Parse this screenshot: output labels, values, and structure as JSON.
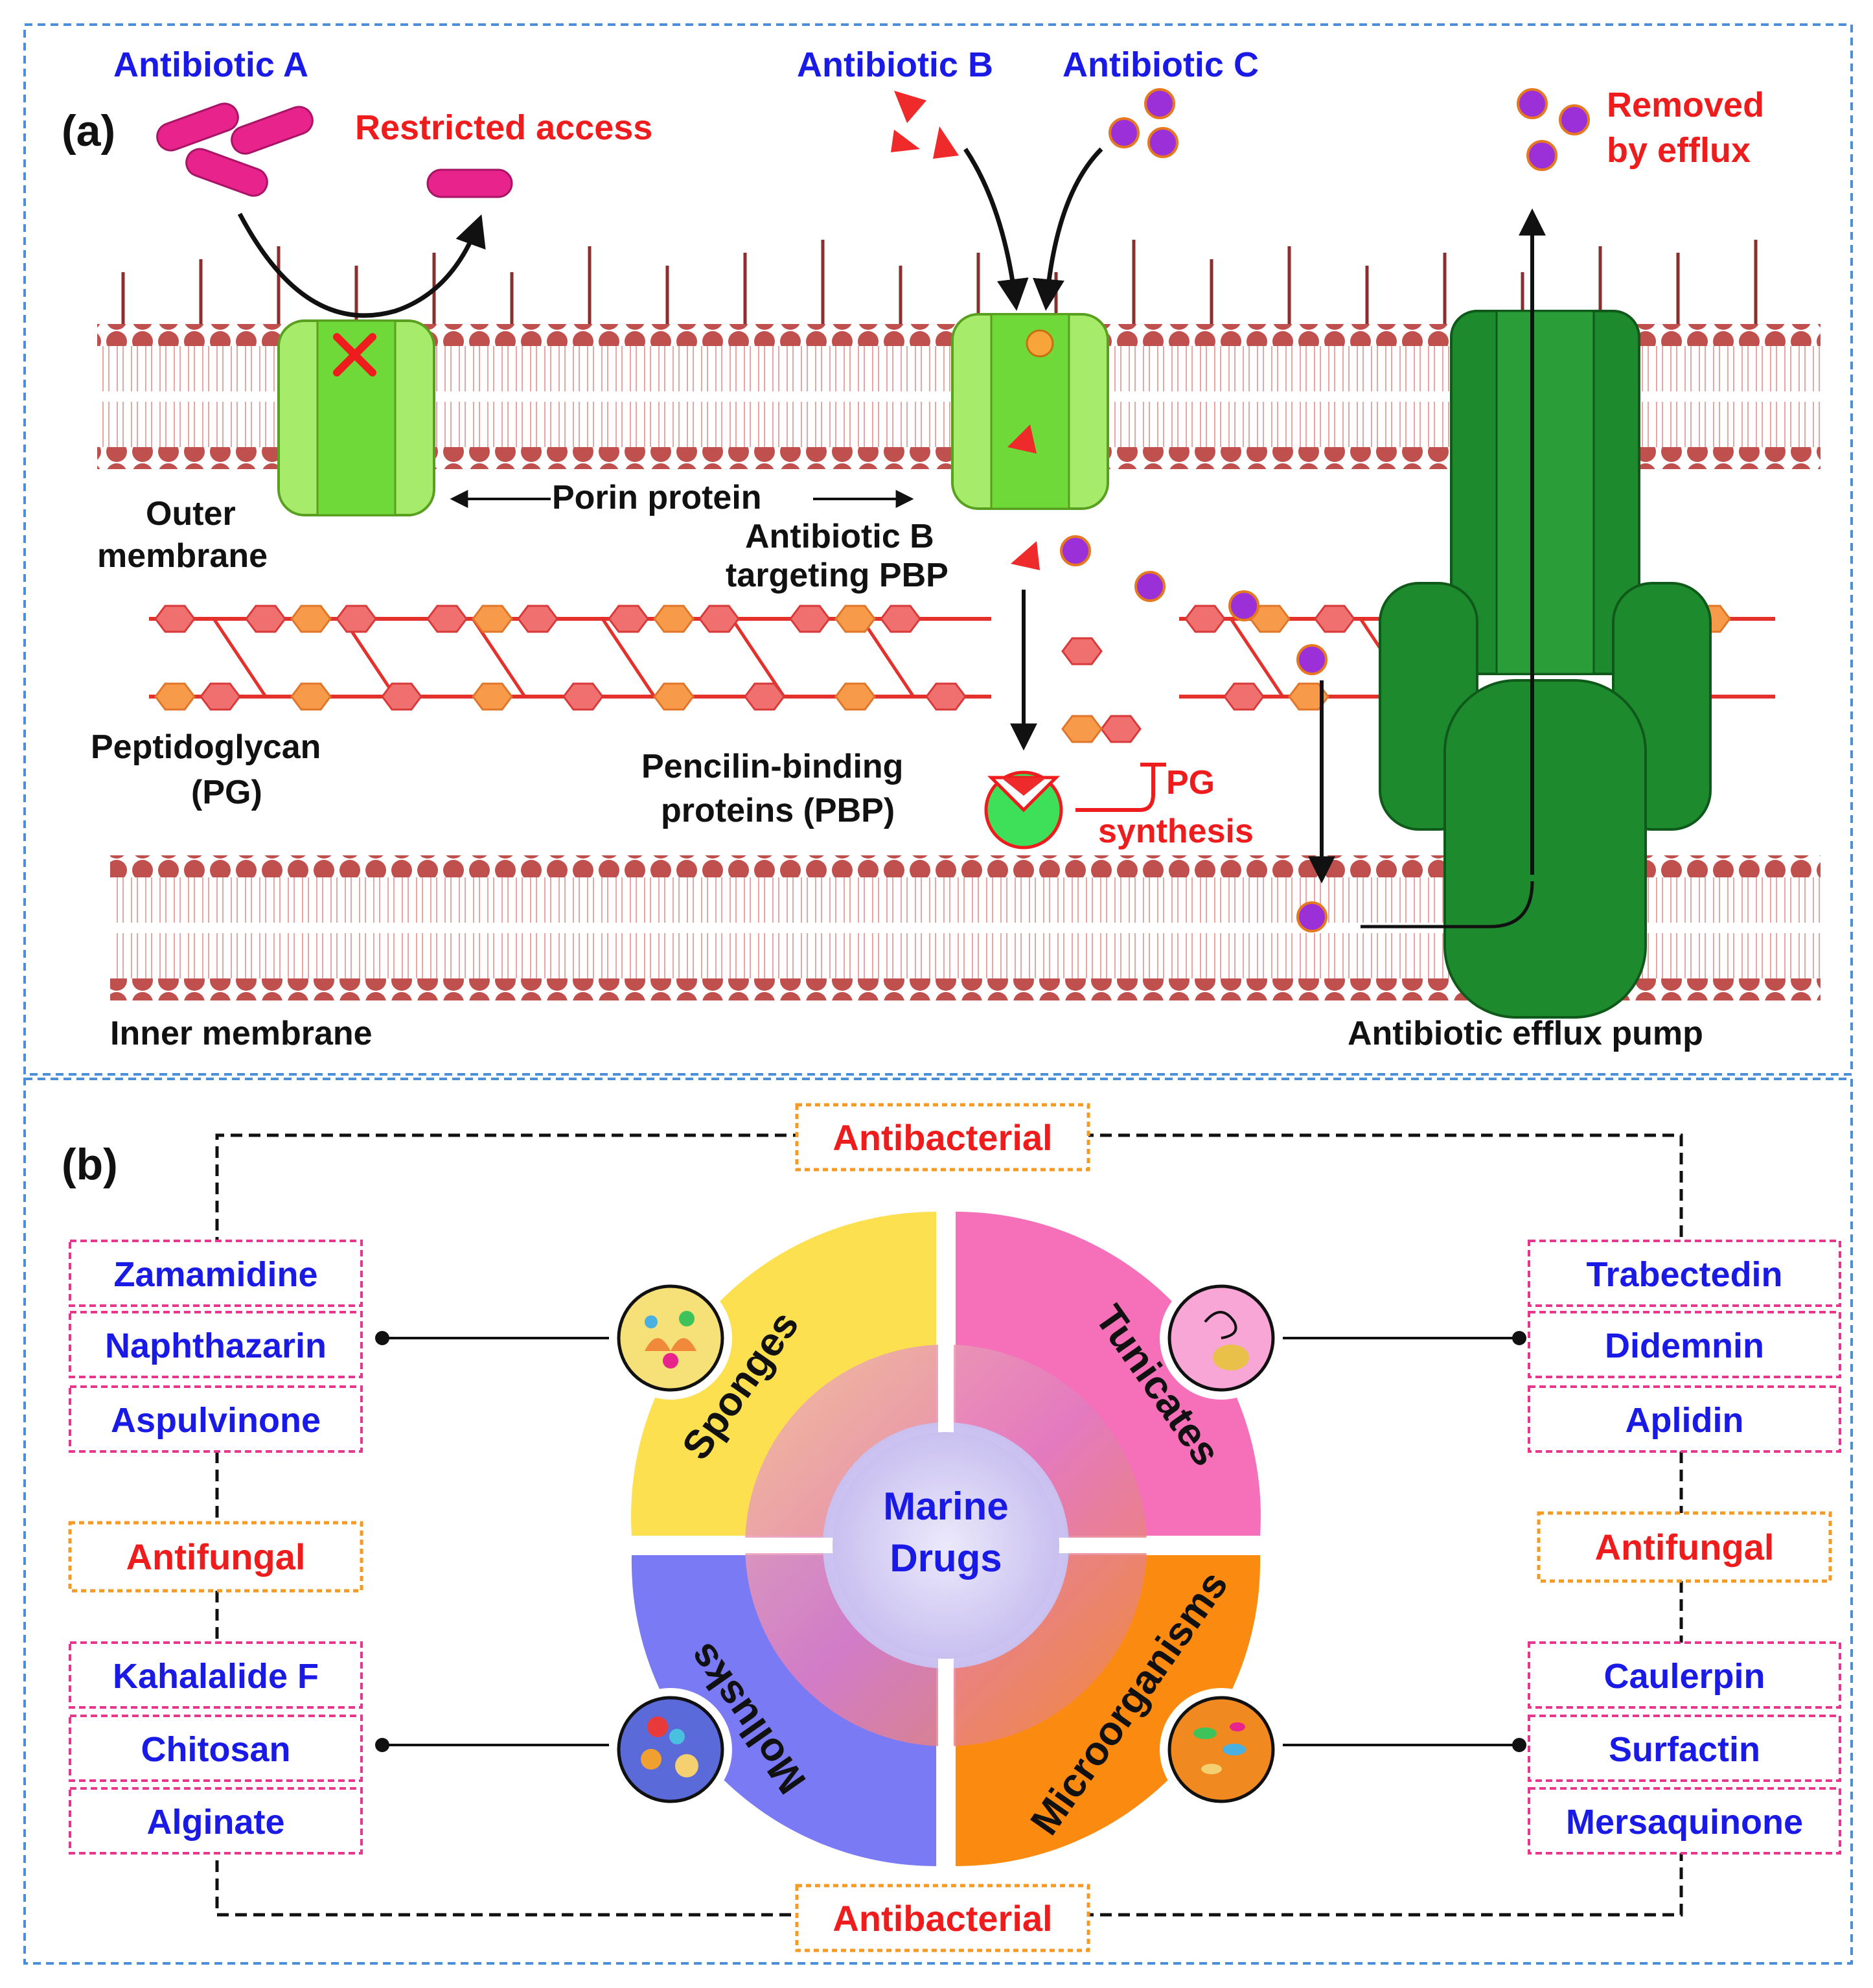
{
  "panel_a": {
    "label": "(a)",
    "antibiotic_a": "Antibiotic A",
    "antibiotic_b": "Antibiotic B",
    "antibiotic_c": "Antibiotic C",
    "restricted_access": "Restricted access",
    "removed_by_efflux": [
      "Removed",
      "by efflux"
    ],
    "outer_membrane": [
      "Outer",
      "membrane"
    ],
    "porin_protein": "Porin protein",
    "antibiotic_b_targeting": [
      "Antibiotic B",
      "targeting PBP"
    ],
    "peptidoglycan": [
      "Peptidoglycan",
      "(PG)"
    ],
    "pbp": [
      "Pencilin-binding",
      "proteins (PBP)"
    ],
    "pg_synthesis": [
      "PG",
      "synthesis"
    ],
    "inner_membrane": "Inner membrane",
    "efflux_pump": "Antibiotic efflux pump"
  },
  "panel_b": {
    "label": "(b)",
    "center": [
      "Marine",
      "Drugs"
    ],
    "quadrants": {
      "sponges": "Sponges",
      "tunicates": "Tunicates",
      "mollusks": "Mollusks",
      "microorganisms": "Microorganisms"
    },
    "categories": {
      "top": "Antibacterial",
      "left_middle": "Antifungal",
      "right_middle": "Antifungal",
      "bottom": "Antibacterial"
    },
    "left_top_compounds": [
      "Zamamidine",
      "Naphthazarin",
      "Aspulvinone"
    ],
    "left_bottom_compounds": [
      "Kahalalide F",
      "Chitosan",
      "Alginate"
    ],
    "right_top_compounds": [
      "Trabectedin",
      "Didemnin",
      "Aplidin"
    ],
    "right_bottom_compounds": [
      "Caulerpin",
      "Surfactin",
      "Mersaquinone"
    ]
  },
  "colors": {
    "label_blue": "#1a1ae6",
    "label_red": "#ee1c1c",
    "membrane_head": "#c0504d",
    "porin_green": "#8ee04a",
    "pump_green": "#1e8a2e",
    "sponges_yellow": "#fde050",
    "tunicates_pink": "#f56fb9",
    "mollusks_blue": "#7a7af5",
    "microorganisms_orange": "#fb8a10",
    "compound_box_border": "#e8368f",
    "category_box_border": "#f59a23"
  }
}
